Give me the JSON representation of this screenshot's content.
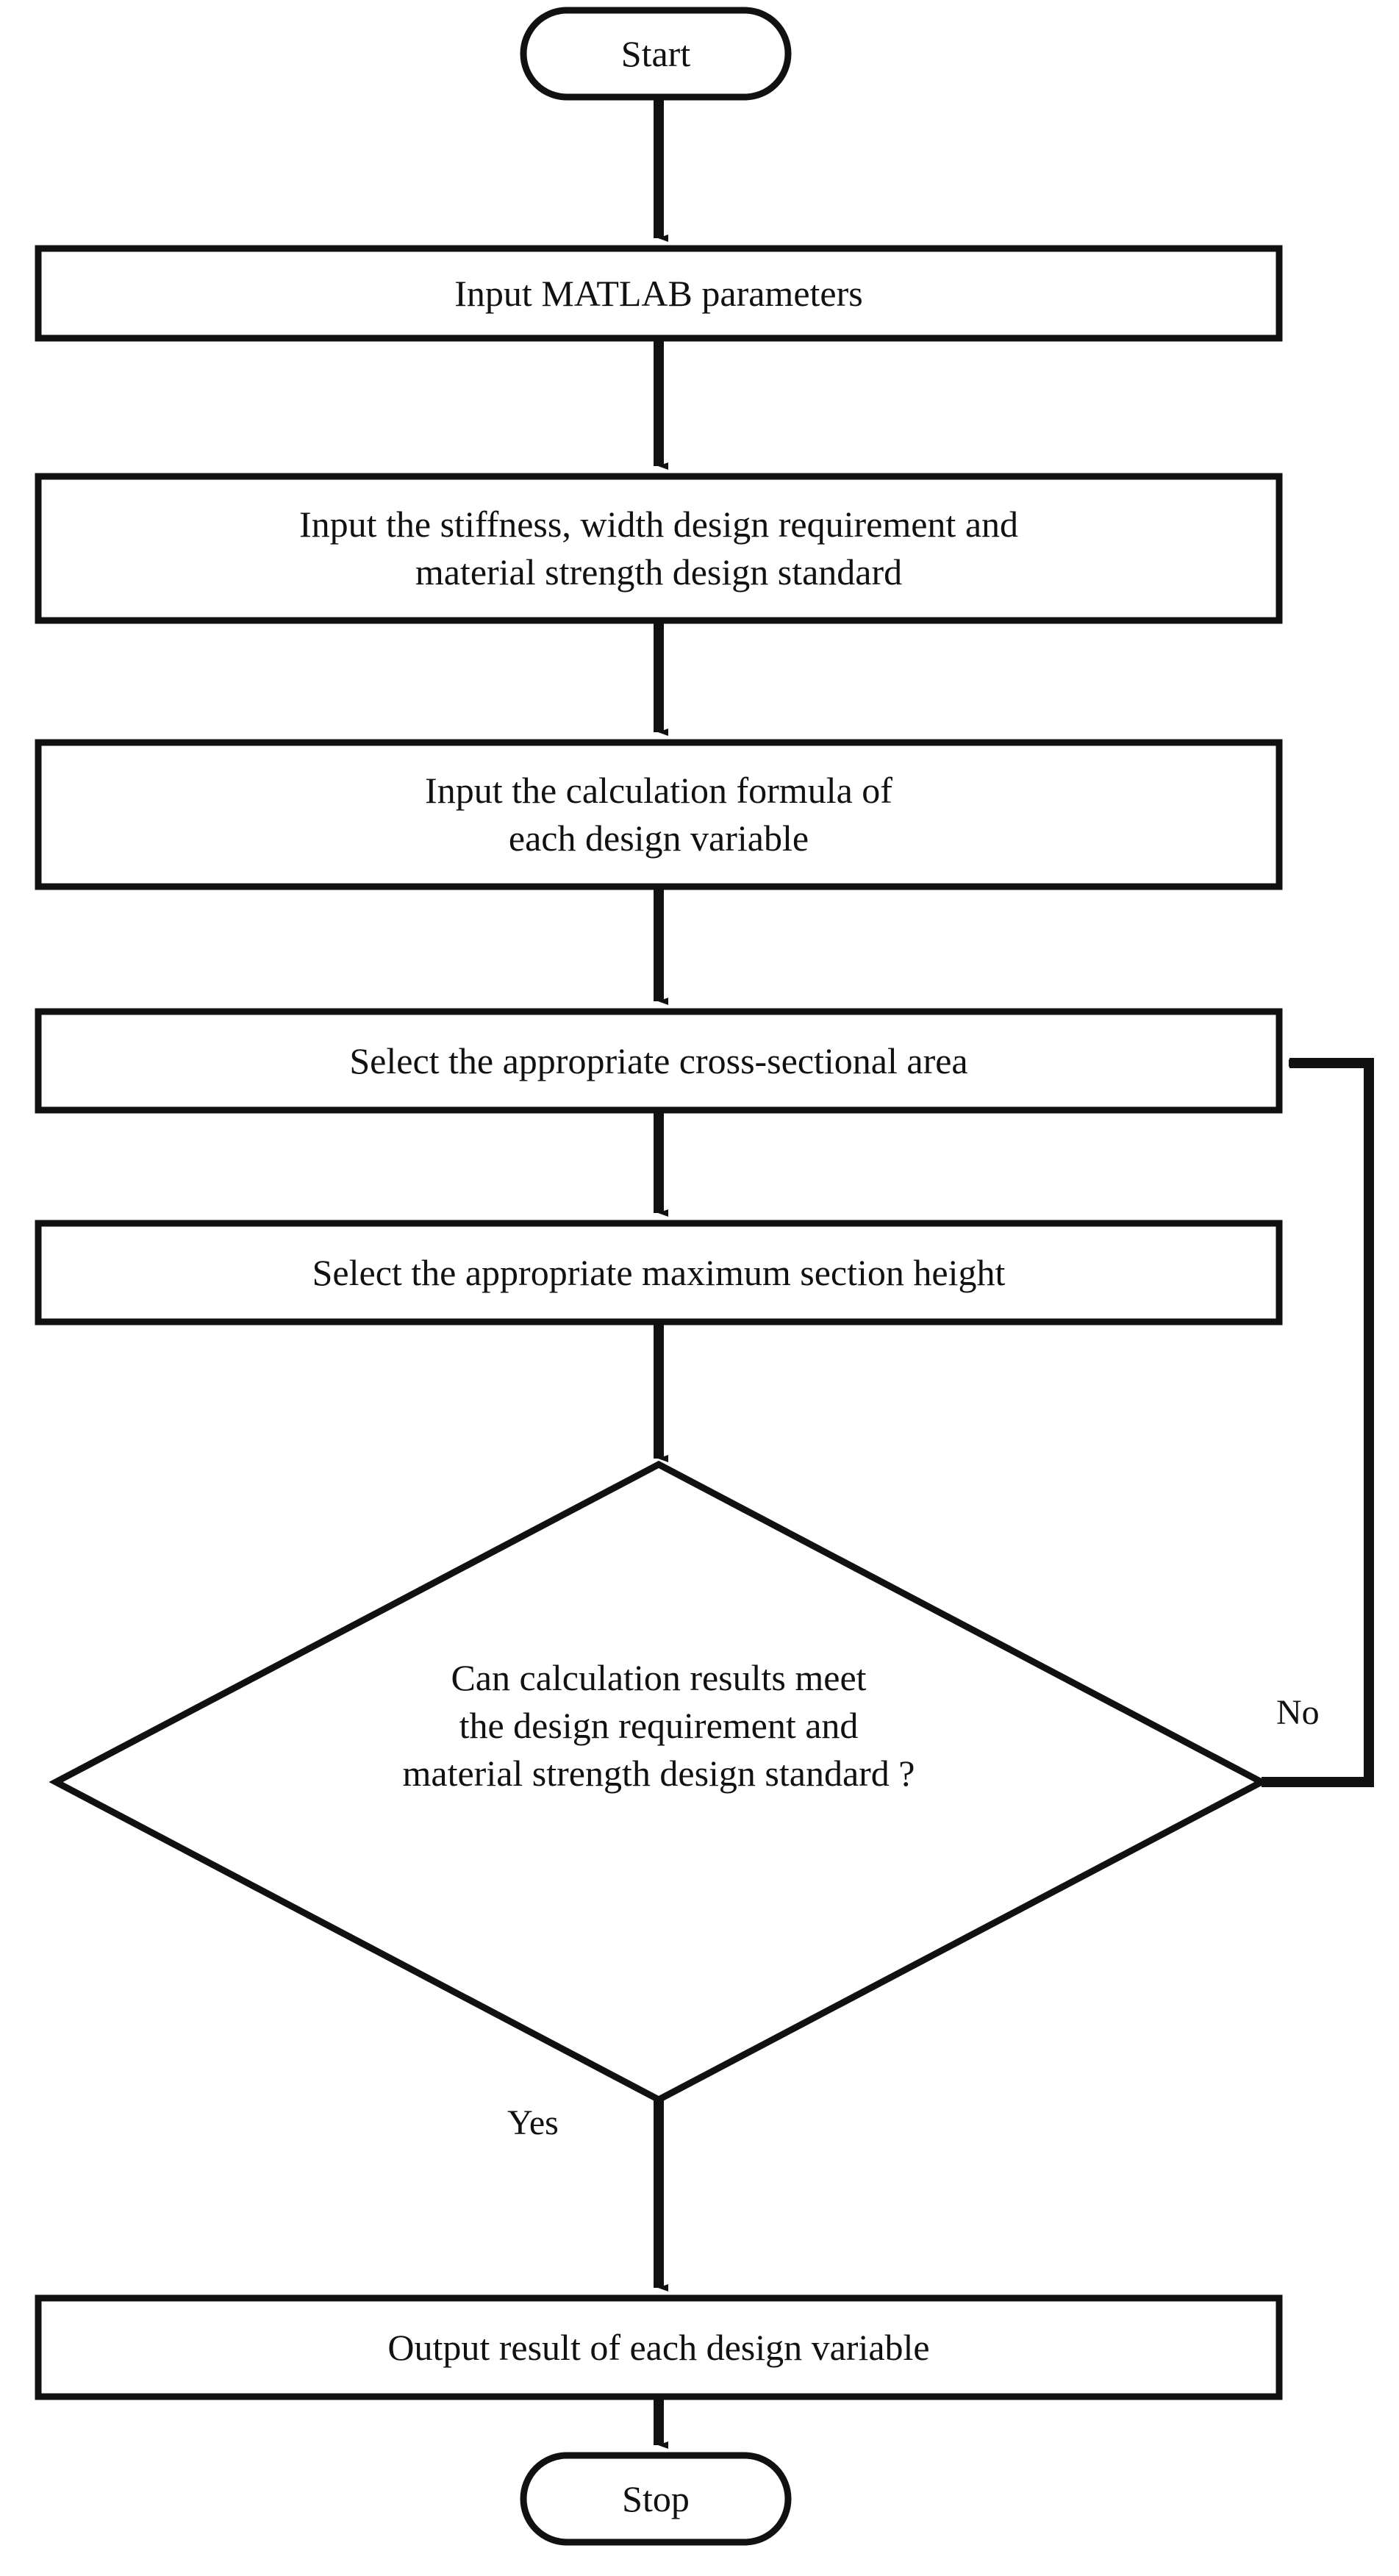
{
  "diagram": {
    "title": "MATLAB design-variable calculation flowchart",
    "colors": {
      "stroke": "#111111",
      "fill": "#ffffff",
      "text": "#111111",
      "background": "#ffffff"
    },
    "nodes": [
      {
        "id": "start",
        "type": "terminal",
        "label": "Start"
      },
      {
        "id": "input-matlab-parameters",
        "type": "process",
        "label": "Input   MATLAB   parameters"
      },
      {
        "id": "input-design-requirements",
        "type": "process",
        "label": "Input the stiffness, width design requirement and\nmaterial strength design standard"
      },
      {
        "id": "input-calculation-formula",
        "type": "process",
        "label": "Input  the  calculation  formula  of\neach    design    variable"
      },
      {
        "id": "select-cross-sectional-area",
        "type": "process",
        "label": "Select the appropriate cross-sectional  area"
      },
      {
        "id": "select-maximum-section-height",
        "type": "process",
        "label": "Select the appropriate maximum section height"
      },
      {
        "id": "decision-check-requirements",
        "type": "decision",
        "label": "Can calculation results meet\nthe design requirement and\nmaterial strength design standard ?"
      },
      {
        "id": "output-result",
        "type": "process",
        "label": "Output result of each design variable"
      },
      {
        "id": "stop",
        "type": "terminal",
        "label": "Stop"
      }
    ],
    "edges": [
      {
        "id": "e1",
        "from": "start",
        "to": "input-matlab-parameters",
        "label": ""
      },
      {
        "id": "e2",
        "from": "input-matlab-parameters",
        "to": "input-design-requirements",
        "label": ""
      },
      {
        "id": "e3",
        "from": "input-design-requirements",
        "to": "input-calculation-formula",
        "label": ""
      },
      {
        "id": "e4",
        "from": "input-calculation-formula",
        "to": "select-cross-sectional-area",
        "label": ""
      },
      {
        "id": "e5",
        "from": "select-cross-sectional-area",
        "to": "select-maximum-section-height",
        "label": ""
      },
      {
        "id": "e6",
        "from": "select-maximum-section-height",
        "to": "decision-check-requirements",
        "label": ""
      },
      {
        "id": "e7",
        "from": "decision-check-requirements",
        "to": "output-result",
        "label": "Yes"
      },
      {
        "id": "e8",
        "from": "decision-check-requirements",
        "to": "select-cross-sectional-area",
        "label": "No"
      },
      {
        "id": "e9",
        "from": "output-result",
        "to": "stop",
        "label": ""
      }
    ],
    "edge_labels": {
      "yes": "Yes",
      "no": "No"
    }
  }
}
